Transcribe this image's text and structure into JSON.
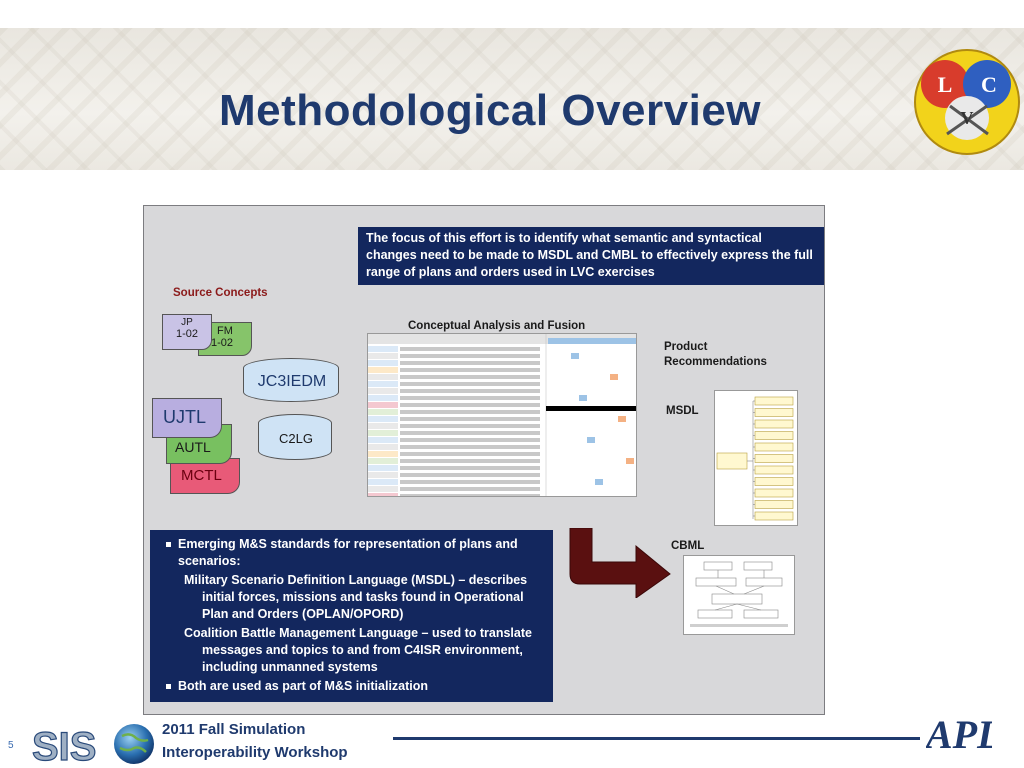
{
  "title": "Methodological Overview",
  "logo_letters": {
    "l": "L",
    "c": "C",
    "v": "V"
  },
  "focus_text": "The focus of this effort is to identify what semantic and syntactical changes need to be made to MSDL and CMBL to effectively express the full range of plans and orders used in LVC exercises",
  "source_concepts_label": "Source Concepts",
  "conceptual_label": "Conceptual Analysis and Fusion",
  "product_label_line1": "Product",
  "product_label_line2": "Recommendations",
  "msdl_label": "MSDL",
  "cbml_label": "CBML",
  "sources": {
    "jp_line1": "JP",
    "jp_line2": "1-02",
    "fm_line1": "FM",
    "fm_line2": "1-02",
    "jc3iedm": "JC3IEDM",
    "ujtl": "UJTL",
    "autl": "AUTL",
    "c2lg": "C2LG",
    "mctl": "MCTL"
  },
  "bullets": [
    {
      "type": "main",
      "text": "Emerging M&S standards for representation of plans and scenarios:"
    },
    {
      "type": "sub",
      "text": "Military Scenario Definition Language (MSDL) – describes initial forces, missions and tasks found in Operational Plan and Orders (OPLAN/OPORD)"
    },
    {
      "type": "sub",
      "text": "Coalition Battle Management Language – used to translate messages and topics to and from C4ISR environment, including unmanned systems"
    },
    {
      "type": "main",
      "text": "Both are used as part of M&S initialization"
    }
  ],
  "footer": {
    "line1": "2011 Fall Simulation",
    "line2": "Interoperability Workshop",
    "page_number": "5",
    "sis_logo_text": "SIS",
    "apl_logo_text": "APL"
  },
  "colors": {
    "title": "#1f3a6e",
    "navy_box": "#13275e",
    "jp": "#c9c3e6",
    "fm": "#86c46a",
    "ujtl": "#b8aee0",
    "autl": "#78c060",
    "mctl": "#e85a78",
    "jc3iedm": "#cfe3f5",
    "c2lg": "#cfe3f5",
    "arrow": "#5a1010"
  }
}
